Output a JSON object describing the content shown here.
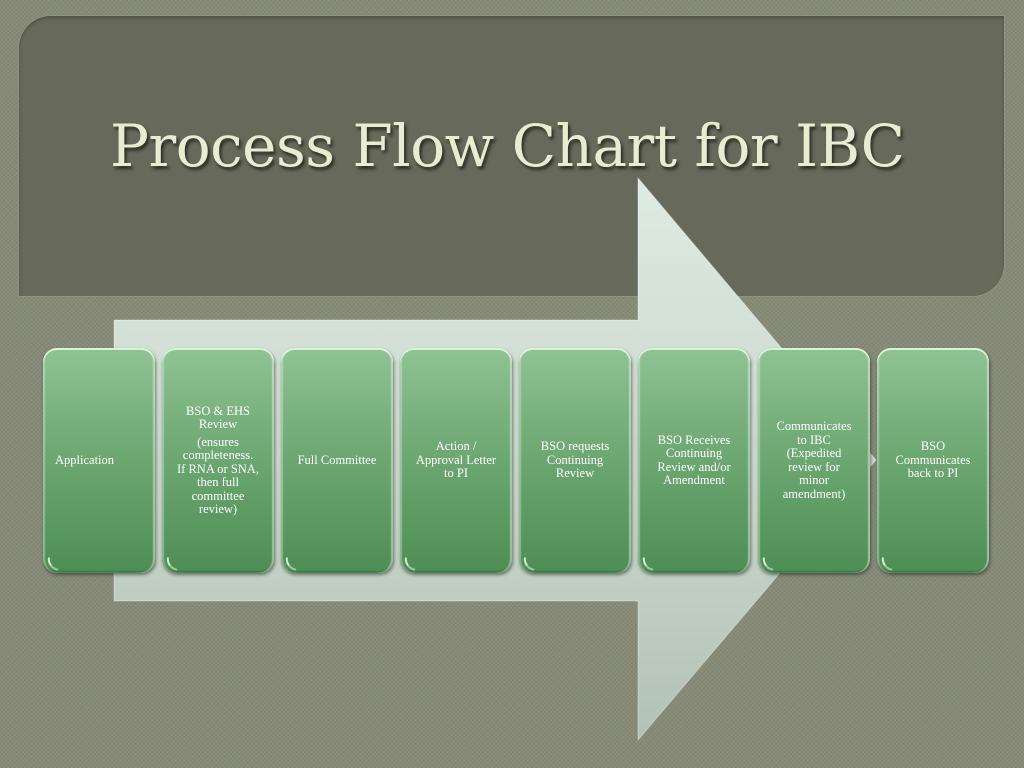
{
  "slide": {
    "title": "Process Flow Chart for IBC"
  },
  "colors": {
    "background": "#868a77",
    "title_panel": "#676a5b",
    "title_text": "#e9ecd2",
    "arrow_top": "#dde8df",
    "arrow_bottom": "#b6c6b8",
    "step_top": "#8fc394",
    "step_bottom": "#4d8e54",
    "step_text": "#ffffff"
  },
  "arrow": {
    "icon": "right-arrow-shape",
    "direction": "right"
  },
  "steps": [
    {
      "id": 1,
      "lines": [
        "Application"
      ],
      "note_lines": []
    },
    {
      "id": 2,
      "lines": [
        "BSO & EHS",
        "Review"
      ],
      "note_lines": [
        "(ensures",
        "completeness.",
        "If RNA or SNA,",
        "then full",
        "committee",
        "review)"
      ]
    },
    {
      "id": 3,
      "lines": [
        "Full Committee"
      ],
      "note_lines": []
    },
    {
      "id": 4,
      "lines": [
        "Action /",
        "Approval Letter",
        "to PI"
      ],
      "note_lines": []
    },
    {
      "id": 5,
      "lines": [
        "BSO requests",
        "Continuing",
        "Review"
      ],
      "note_lines": []
    },
    {
      "id": 6,
      "lines": [
        "BSO Receives",
        "Continuing",
        "Review and/or",
        "Amendment"
      ],
      "note_lines": []
    },
    {
      "id": 7,
      "lines": [
        "Communicates",
        "to IBC",
        "(Expedited",
        "review for",
        "minor",
        "amendment)"
      ],
      "note_lines": []
    },
    {
      "id": 8,
      "lines": [
        "BSO",
        "Communicates",
        "back to PI"
      ],
      "note_lines": []
    }
  ]
}
